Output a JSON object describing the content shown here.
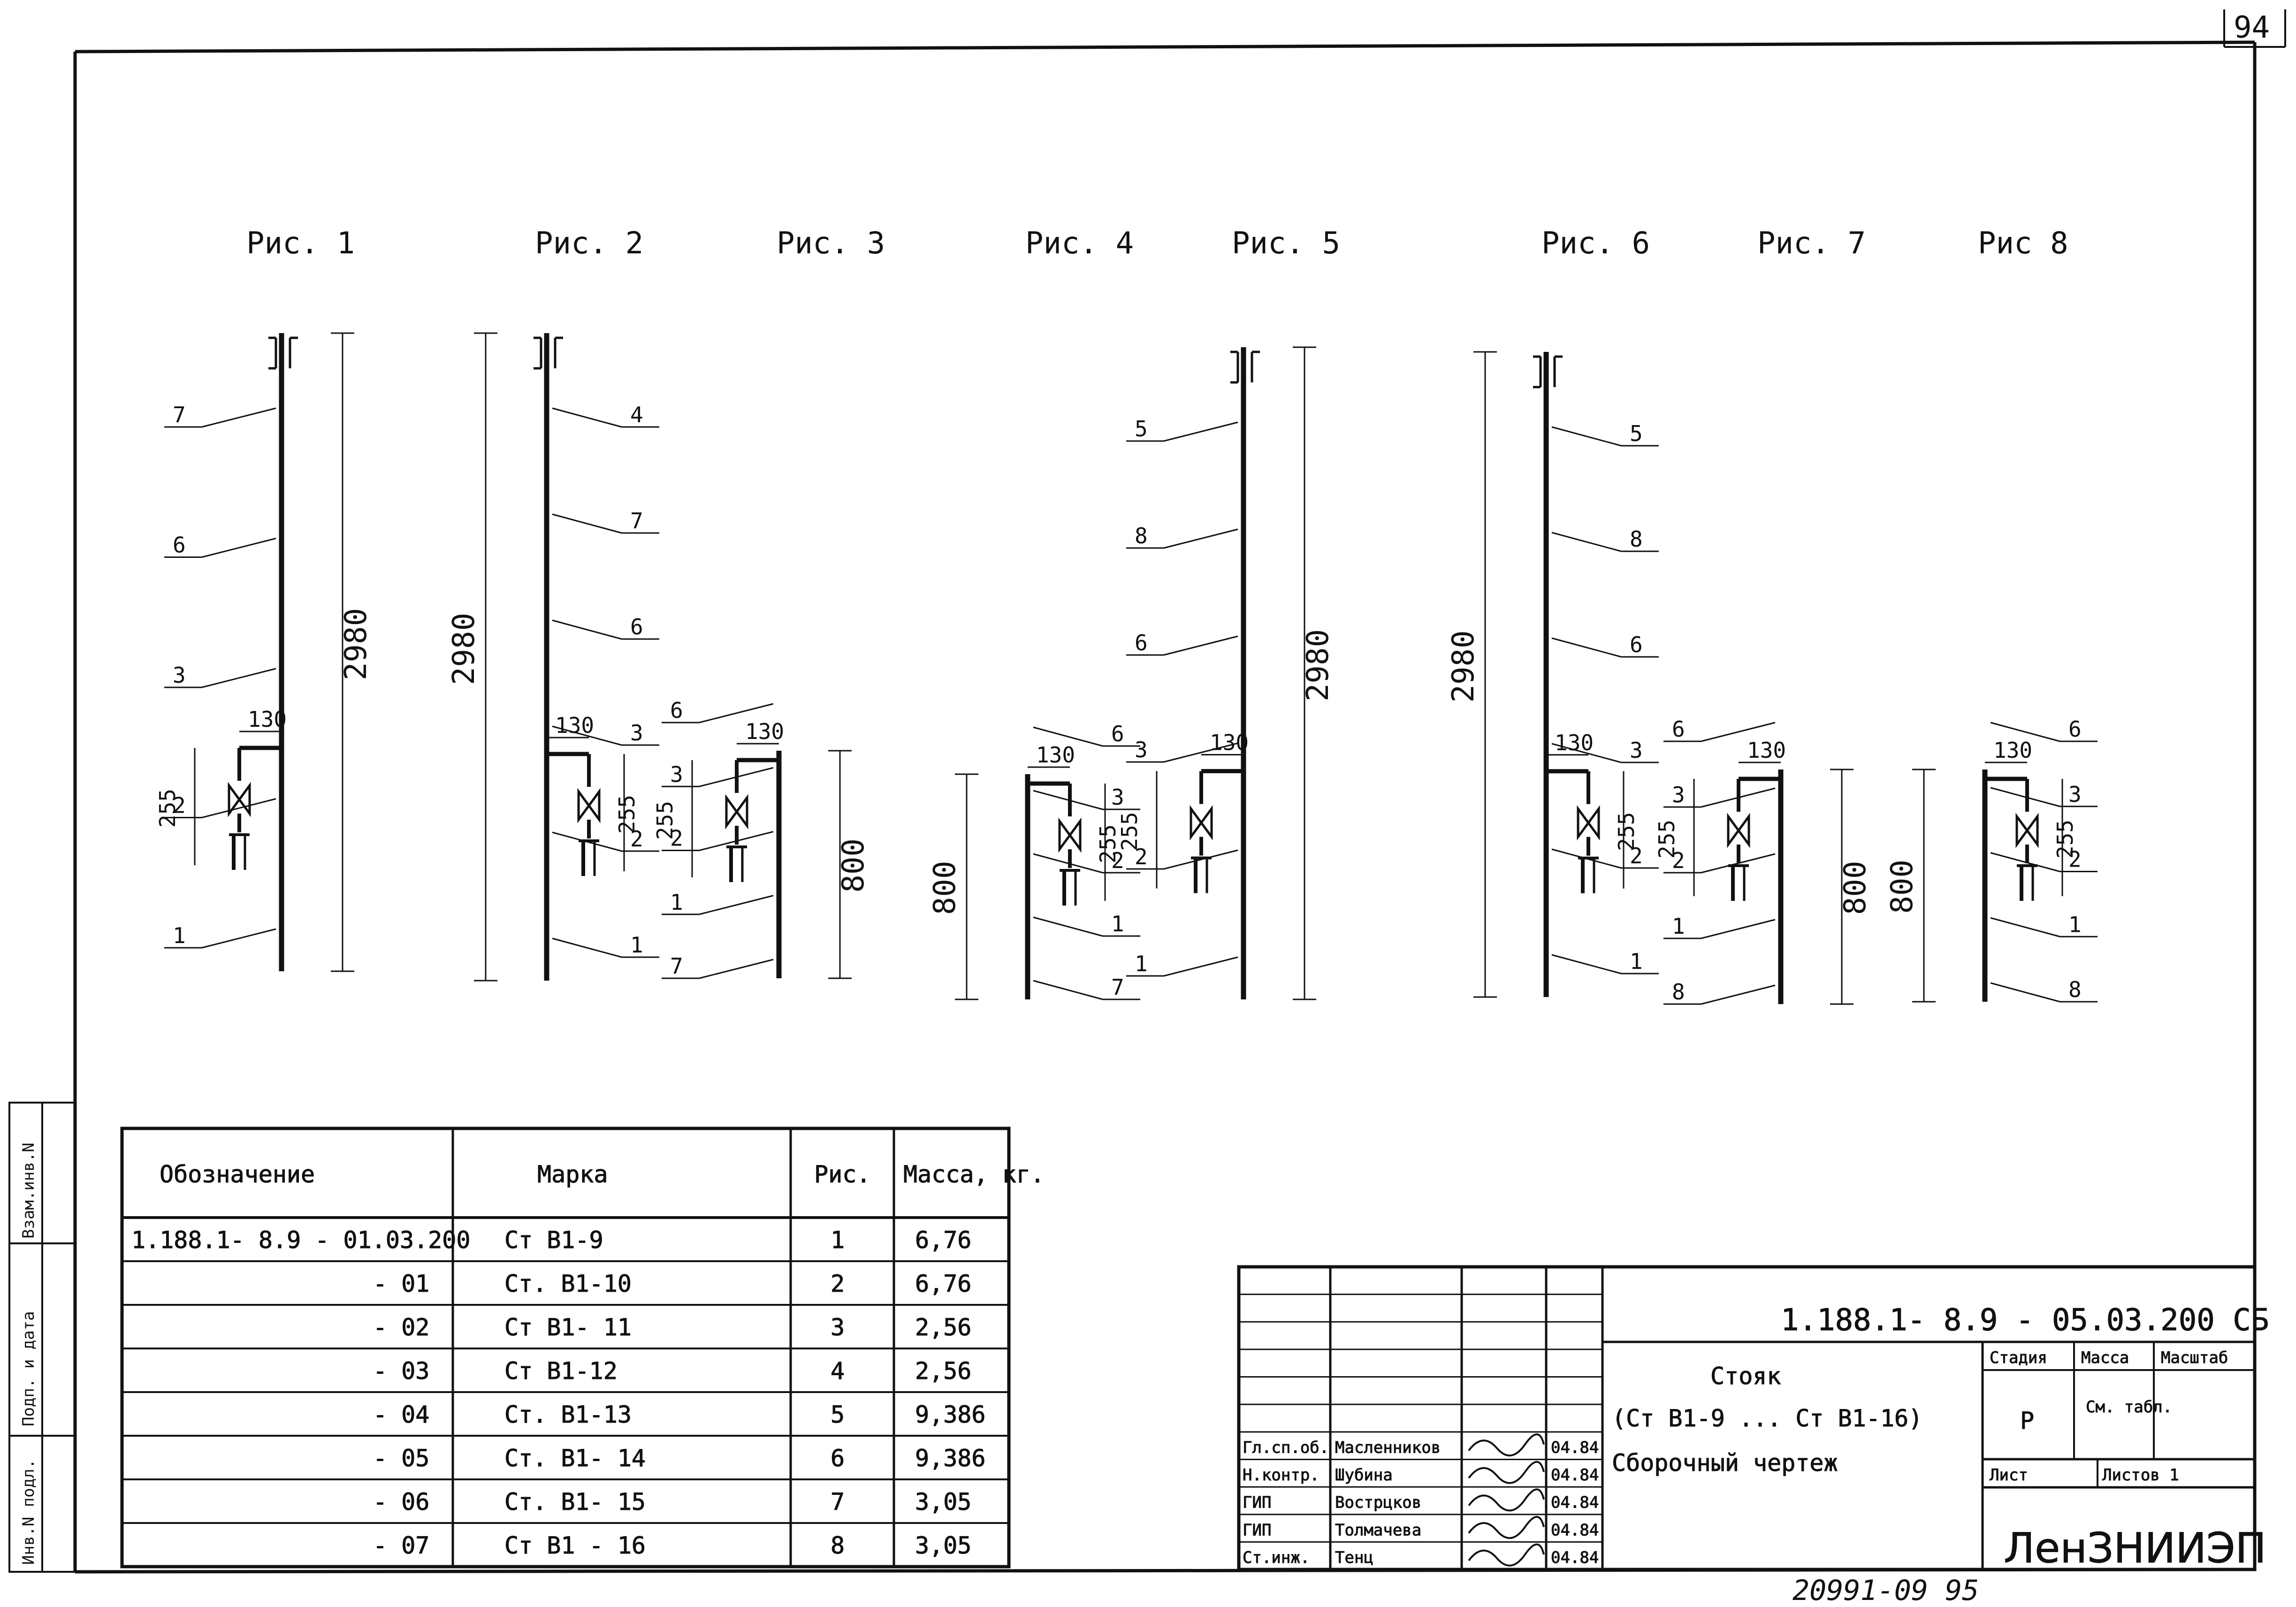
{
  "sheet": {
    "page_number": "94",
    "footer_number": "20991-09 95",
    "side_labels": [
      "Взам.инв.N",
      "Подп. и дата",
      "Инв.N подл."
    ]
  },
  "figures": [
    {
      "caption": "Рис. 1",
      "dims": [
        "130",
        "255",
        "2980"
      ],
      "marks": [
        "7",
        "6",
        "3",
        "2",
        "1"
      ]
    },
    {
      "caption": "Рис. 2",
      "dims": [
        "130",
        "255",
        "2980"
      ],
      "marks": [
        "4",
        "7",
        "6",
        "3",
        "2",
        "1"
      ]
    },
    {
      "caption": "Рис. 3",
      "dims": [
        "130",
        "255",
        "800"
      ],
      "marks": [
        "6",
        "3",
        "2",
        "1",
        "7"
      ]
    },
    {
      "caption": "Рис. 4",
      "dims": [
        "130",
        "255",
        "800"
      ],
      "marks": [
        "6",
        "3",
        "2",
        "1",
        "7"
      ]
    },
    {
      "caption": "Рис. 5",
      "dims": [
        "130",
        "255",
        "2980"
      ],
      "marks": [
        "5",
        "8",
        "6",
        "3",
        "2",
        "1"
      ]
    },
    {
      "caption": "Рис. 6",
      "dims": [
        "130",
        "255",
        "2980"
      ],
      "marks": [
        "5",
        "8",
        "6",
        "3",
        "2",
        "1"
      ]
    },
    {
      "caption": "Рис. 7",
      "dims": [
        "130",
        "255",
        "800"
      ],
      "marks": [
        "6",
        "3",
        "2",
        "1",
        "8"
      ]
    },
    {
      "caption": "Рис 8",
      "dims": [
        "130",
        "255",
        "800"
      ],
      "marks": [
        "6",
        "3",
        "2",
        "1",
        "8"
      ]
    }
  ],
  "spec_table": {
    "headers": [
      "Обозначение",
      "Марка",
      "Рис.",
      "Масса, кг."
    ],
    "rows": [
      [
        "1.188.1- 8.9 - 01.03.200",
        "Ст В1-9",
        "1",
        "6,76"
      ],
      [
        "- 01",
        "Ст. В1-10",
        "2",
        "6,76"
      ],
      [
        "- 02",
        "Ст В1- 11",
        "3",
        "2,56"
      ],
      [
        "- 03",
        "Ст В1-12",
        "4",
        "2,56"
      ],
      [
        "- 04",
        "Ст. В1-13",
        "5",
        "9,386"
      ],
      [
        "- 05",
        "Ст. В1- 14",
        "6",
        "9,386"
      ],
      [
        "- 06",
        "Ст. В1- 15",
        "7",
        "3,05"
      ],
      [
        "- 07",
        "Ст В1 - 16",
        "8",
        "3,05"
      ]
    ]
  },
  "title_block": {
    "code": "1.188.1- 8.9 - 05.03.200 СБ",
    "title_lines": [
      "Стояк",
      "(Ст В1-9 ... Ст В1-16)",
      "Сборочный чертеж"
    ],
    "stage_label": "Стадия",
    "mass_label": "Масса",
    "scale_label": "Масштаб",
    "stage_value": "Р",
    "mass_value": "См. табл.",
    "sheet_label": "Лист",
    "sheets_label": "Листов 1",
    "org": "ЛенЗНИИЭП",
    "signatures": [
      {
        "role": "Гл.сп.об.",
        "name": "Масленников",
        "date": "04.84"
      },
      {
        "role": "Н.контр.",
        "name": "Шубина",
        "date": "04.84"
      },
      {
        "role": "ГИП",
        "name": "Вострцков",
        "date": "04.84"
      },
      {
        "role": "ГИП",
        "name": "Толмачева",
        "date": "04.84"
      },
      {
        "role": "Ст.инж.",
        "name": "Тенц",
        "date": "04.84"
      }
    ]
  }
}
